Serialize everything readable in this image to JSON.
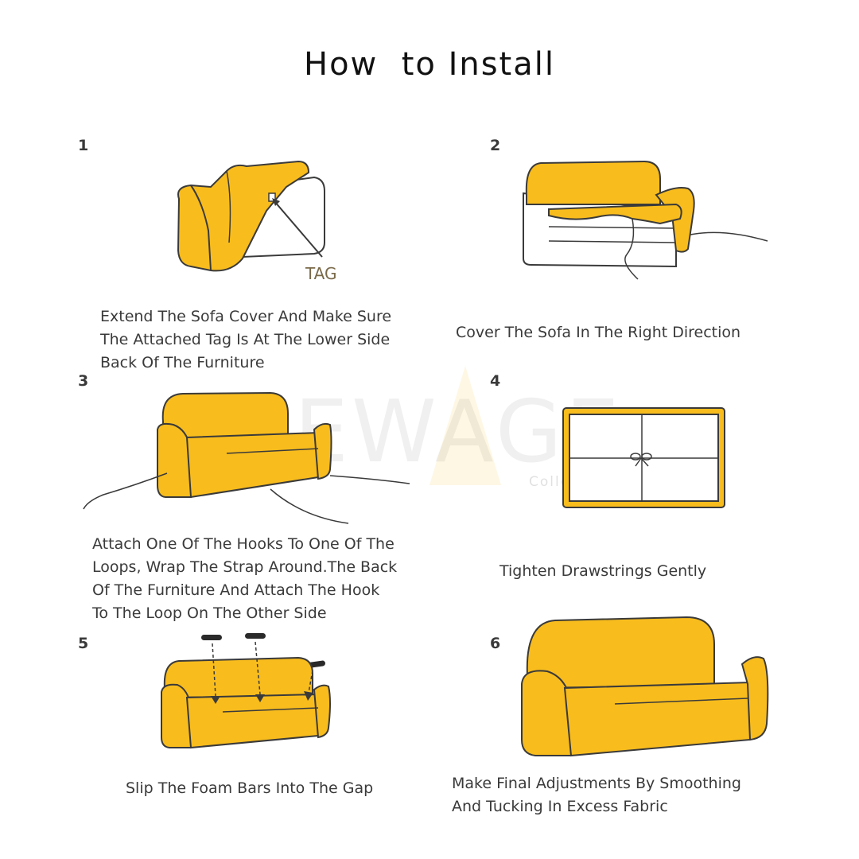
{
  "title": "How  to Install",
  "colors": {
    "sofa": "#F8BC1D",
    "outline": "#3A3A3A",
    "text": "#3A3A3A"
  },
  "watermark": {
    "brand": "NEWAGE",
    "sub": "Collection"
  },
  "steps": [
    {
      "number": "1",
      "tag_label": "TAG",
      "lines": [
        "Extend The Sofa Cover And Make Sure",
        "The Attached Tag Is At The Lower Side",
        "Back Of The Furniture"
      ]
    },
    {
      "number": "2",
      "lines": [
        "Cover The Sofa In The Right Direction"
      ]
    },
    {
      "number": "3",
      "lines": [
        "Attach One Of The Hooks To One Of The",
        "Loops, Wrap The Strap Around.The Back",
        "Of The Furniture And Attach The Hook",
        "To The Loop On The Other Side"
      ]
    },
    {
      "number": "4",
      "lines": [
        "Tighten Drawstrings Gently"
      ]
    },
    {
      "number": "5",
      "lines": [
        "Slip The Foam Bars Into The Gap"
      ]
    },
    {
      "number": "6",
      "lines": [
        "Make Final Adjustments By Smoothing",
        "And Tucking In Excess Fabric"
      ]
    }
  ]
}
